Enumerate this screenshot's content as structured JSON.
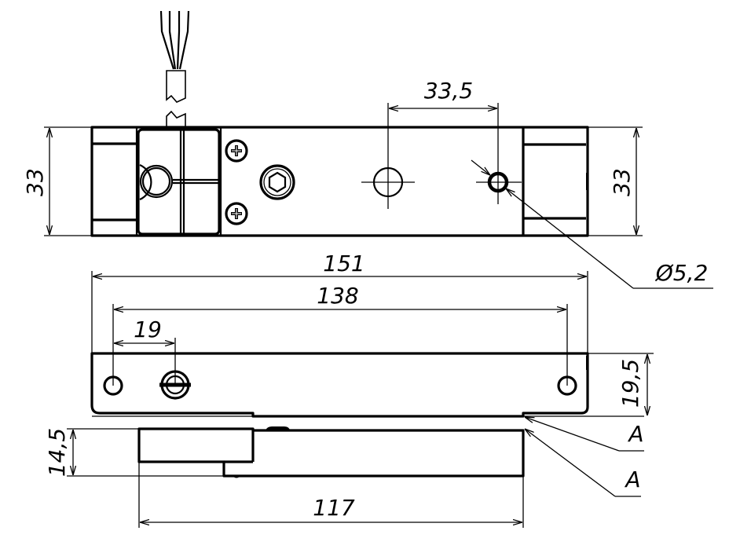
{
  "drawing": {
    "title": "Electromagnetic lock technical drawing",
    "line_color": "#000000",
    "background": "#ffffff",
    "top_view": {
      "dims": {
        "height_left": "33",
        "height_right": "33",
        "hole_spacing": "33,5",
        "hole_diameter": "Ø5,2"
      }
    },
    "front_view": {
      "dims": {
        "overall_length": "151",
        "mount_hole_spacing": "138",
        "screw_offset": "19",
        "body_height": "19,5"
      },
      "leaders": [
        "A",
        "A"
      ]
    },
    "armature_view": {
      "dims": {
        "armature_length": "117",
        "armature_height": "14,5"
      }
    }
  }
}
